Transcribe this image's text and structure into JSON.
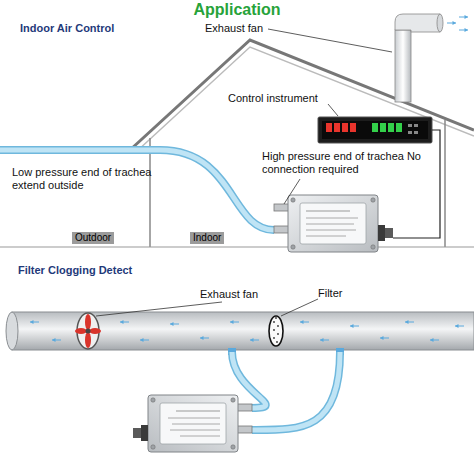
{
  "diagram": {
    "title": "Application",
    "nodes": [
      {
        "text": [
          "Outdoor"
        ]
      },
      {
        "text": [
          "Indoor"
        ]
      }
    ],
    "labels": [
      "Indoor Air Control",
      "Exhaust fan",
      "Control instrument",
      "Low pressure end of trachea extend outside",
      "High pressure end of trachea No connection required",
      "Filter Clogging Detect",
      "Exhaust fan",
      "Filter"
    ]
  }
}
